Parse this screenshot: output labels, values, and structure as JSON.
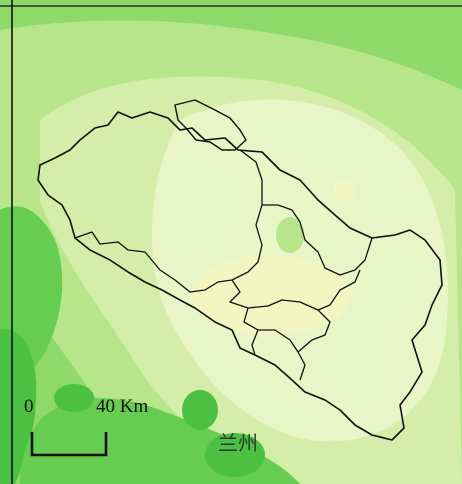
{
  "map": {
    "scale_bar": {
      "start_label": "0",
      "end_label": "40 Km"
    },
    "city_label": "兰州",
    "colors": {
      "darkest_green": "#4cc042",
      "dark_green": "#66cc52",
      "mid_green": "#8fd86a",
      "light_green": "#b6e58a",
      "pale_green": "#d4eeaa",
      "palest_green": "#e8f5c6",
      "yellowish": "#f2f7c2",
      "boundary": "#111111"
    }
  }
}
